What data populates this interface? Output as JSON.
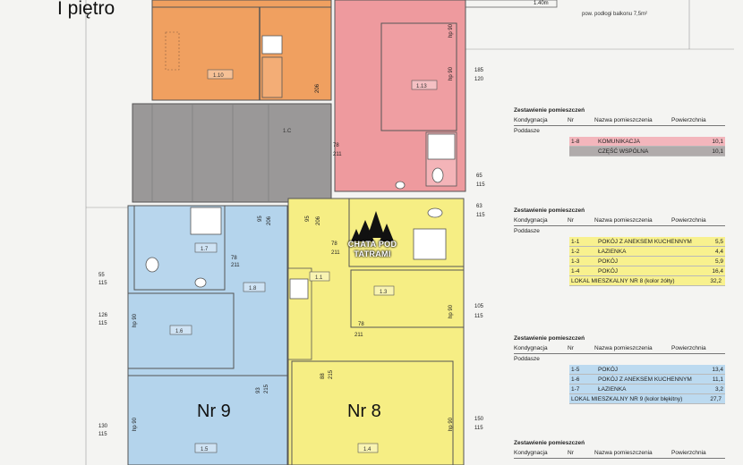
{
  "header": {
    "floor_title": "I piętro"
  },
  "balcony_note": "pow. podłogi balkonu 7,5m²",
  "balcony_dim": "1.40m",
  "apartments": {
    "nr9": "Nr 9",
    "nr8": "Nr 8"
  },
  "logo": {
    "line1": "CHATA POD",
    "line2": "TATRAMI"
  },
  "rooms": {
    "r110": "1.10",
    "r113": "1.13",
    "r1c": "1.C",
    "r17": "1.7",
    "r18": "1.8",
    "r16": "1.6",
    "r15": "1.5",
    "r11": "1.1",
    "r13": "1.3",
    "r14": "1.4"
  },
  "dimensions": [
    "185",
    "120",
    "hp 90",
    "hp 90",
    "206",
    "78",
    "211",
    "65",
    "115",
    "63",
    "115",
    "95",
    "206",
    "95",
    "206",
    "78",
    "211",
    "78",
    "211",
    "78",
    "211",
    "55",
    "115",
    "126",
    "115",
    "hp 90",
    "105",
    "115",
    "hp 90",
    "88",
    "215",
    "93",
    "215",
    "130",
    "115",
    "hp 90",
    "150",
    "115",
    "hp 90"
  ],
  "colors": {
    "orange": "#f0a060",
    "pink": "#ee9a9e",
    "gray": "#9a9898",
    "blue": "#b4d4ec",
    "yellow": "#f6ee84",
    "table_pink": "#f3b6bc",
    "table_gray": "#b0abab",
    "table_yellow": "#f8f18e",
    "table_blue": "#bcdaf0"
  },
  "tables": [
    {
      "title": "Zestawienie pomieszczeń",
      "headers": [
        "Kondygnacja",
        "Nr",
        "Nazwa pomieszczenia",
        "Powierzchnia"
      ],
      "level": "Poddasze",
      "rows": [
        [
          "1-8",
          "KOMUNIKACJA",
          "10,1"
        ],
        [
          "",
          "CZĘŚĆ WSPÓLNA",
          "10,1"
        ]
      ]
    },
    {
      "title": "Zestawienie pomieszczeń",
      "headers": [
        "Kondygnacja",
        "Nr",
        "Nazwa pomieszczenia",
        "Powierzchnia"
      ],
      "level": "Poddasze",
      "rows": [
        [
          "1-1",
          "POKÓJ Z ANEKSEM KUCHENNYM",
          "5,5"
        ],
        [
          "1-2",
          "ŁAZIENKA",
          "4,4"
        ],
        [
          "1-3",
          "POKÓJ",
          "5,9"
        ],
        [
          "1-4",
          "POKÓJ",
          "16,4"
        ],
        [
          "",
          "LOKAL MIESZKALNY NR 8   (kolor żółty)",
          "32,2"
        ]
      ]
    },
    {
      "title": "Zestawienie pomieszczeń",
      "headers": [
        "Kondygnacja",
        "Nr",
        "Nazwa pomieszczenia",
        "Powierzchnia"
      ],
      "level": "Poddasze",
      "rows": [
        [
          "1-5",
          "POKÓJ",
          "13,4"
        ],
        [
          "1-6",
          "POKÓJ Z ANEKSEM KUCHENNYM",
          "11,1"
        ],
        [
          "1-7",
          "ŁAZIENKA",
          "3,2"
        ],
        [
          "",
          "LOKAL MIESZKALNY NR 9   (kolor błękitny)",
          "27,7"
        ]
      ]
    },
    {
      "title": "Zestawienie pomieszczeń",
      "headers": [
        "Kondygnacja",
        "Nr",
        "Nazwa pomieszczenia",
        "Powierzchnia"
      ],
      "level": "",
      "rows": []
    }
  ]
}
